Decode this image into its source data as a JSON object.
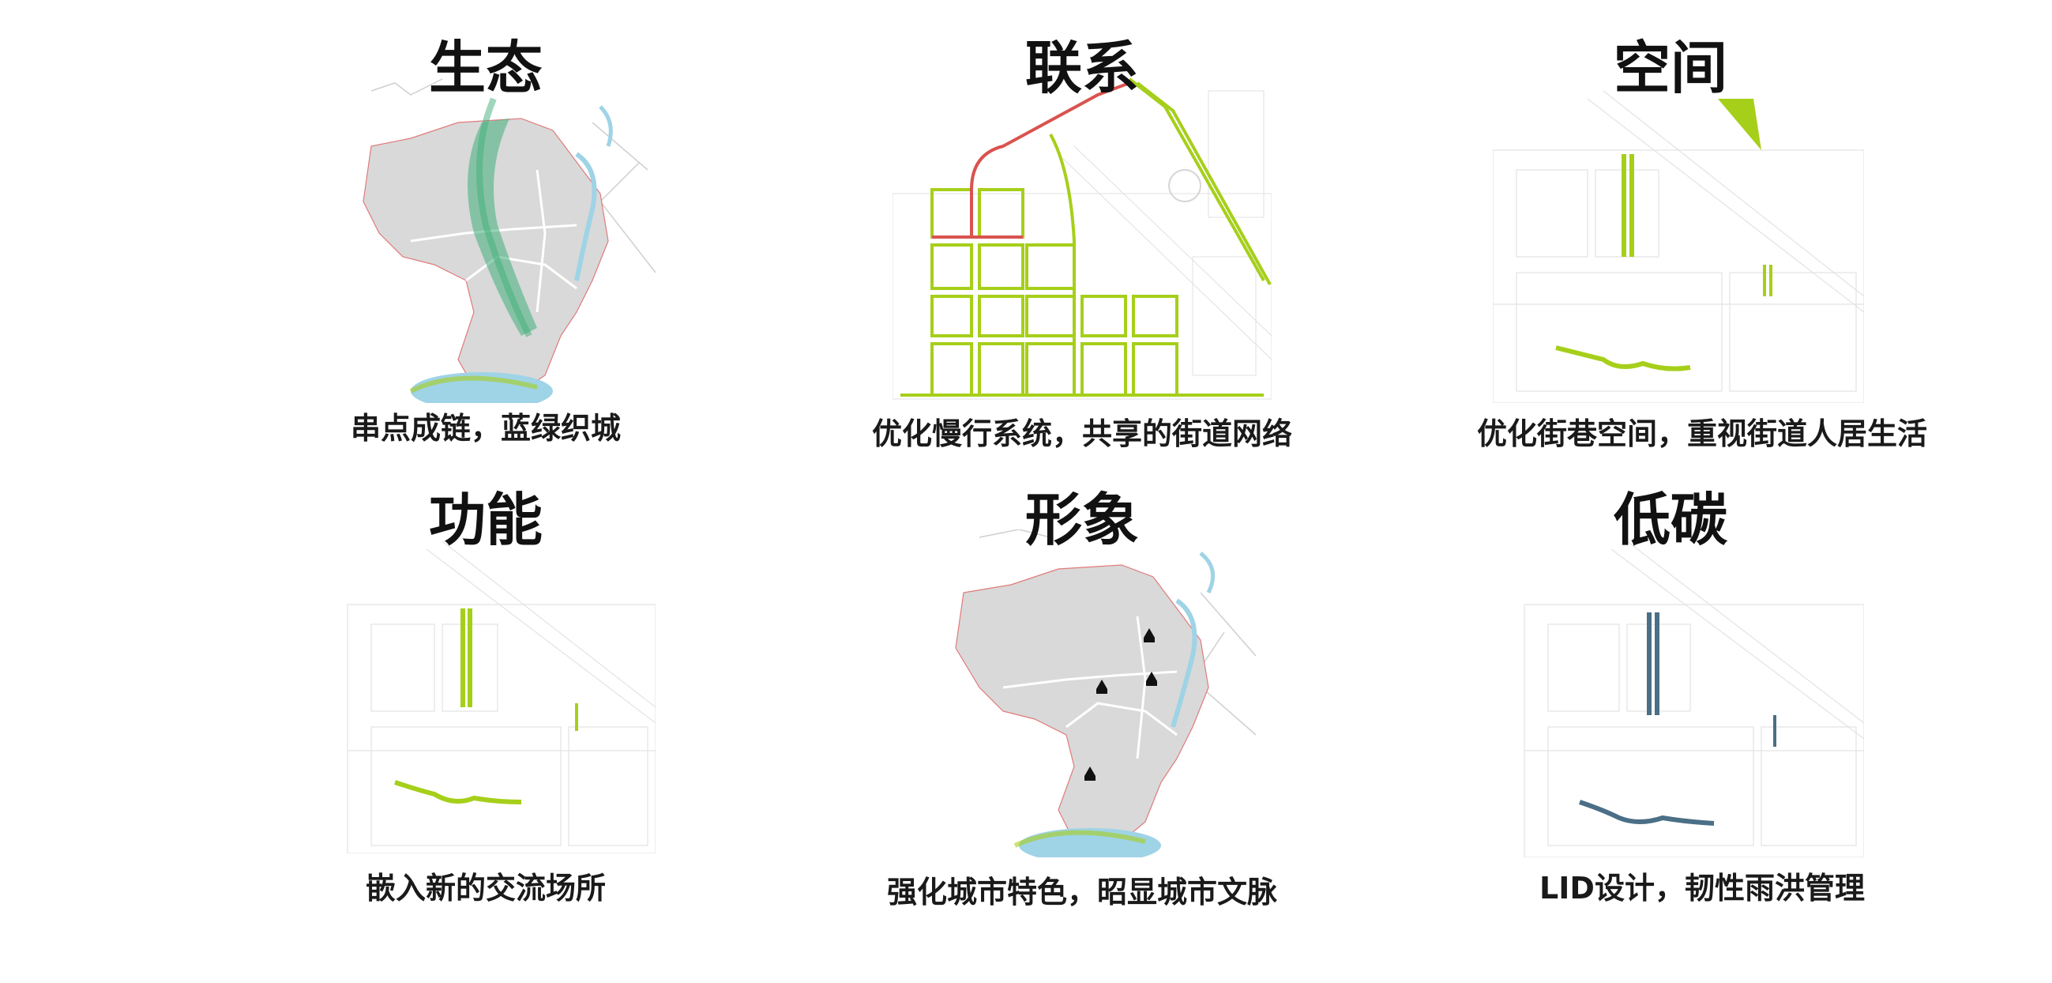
{
  "panels": [
    {
      "title": "生态",
      "caption": "串点成链，蓝绿织城",
      "icon": "ecology-map"
    },
    {
      "title": "联系",
      "caption": "优化慢行系统，共享的街道网络",
      "icon": "connection-map"
    },
    {
      "title": "空间",
      "caption": "优化街巷空间，重视街道人居生活",
      "icon": "space-map"
    },
    {
      "title": "功能",
      "caption": "嵌入新的交流场所",
      "icon": "function-map"
    },
    {
      "title": "形象",
      "caption": "强化城市特色，昭显城市文脉",
      "icon": "image-map"
    },
    {
      "title": "低碳",
      "caption": "LID设计，韧性雨洪管理",
      "icon": "low-carbon-map"
    }
  ],
  "colors": {
    "green_band": "#3fae7a",
    "water": "#9fd3e6",
    "lime": "#a6cf1a",
    "red": "#d9534f",
    "lid_blue": "#4a6f86",
    "land_grey": "#d9d9d9"
  }
}
